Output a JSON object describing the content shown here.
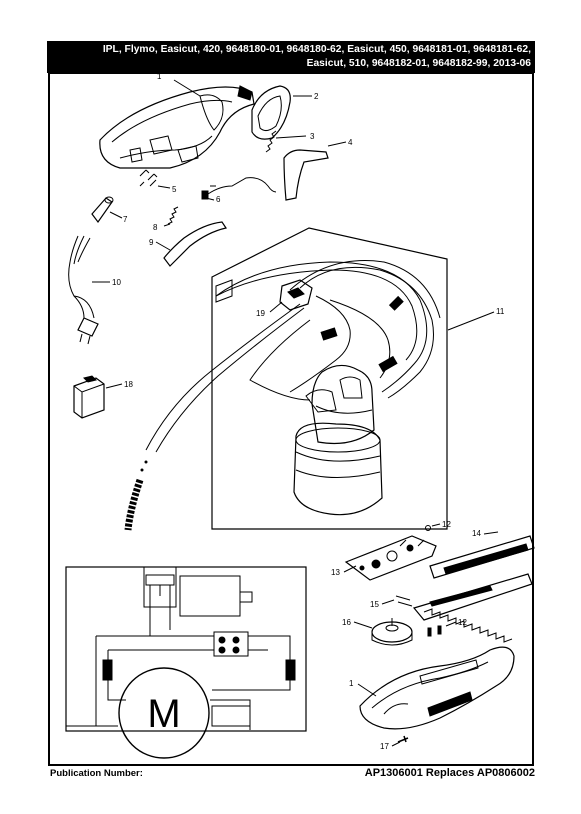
{
  "header": {
    "line1": "IPL, Flymo, Easicut, 420, 9648180-01, 9648180-62, Easicut, 450, 9648181-01, 9648181-62,",
    "line2": "Easicut, 510, 9648182-01, 9648182-99, 2013-06"
  },
  "callouts": {
    "c1_top": "1",
    "c2": "2",
    "c3": "3",
    "c4": "4",
    "c5": "5",
    "c6": "6",
    "c7": "7",
    "c8": "8",
    "c9": "9",
    "c10": "10",
    "c11": "11",
    "c12_top": "12",
    "c12_bottom": "12",
    "c13": "13",
    "c14": "14",
    "c15": "15",
    "c16": "16",
    "c17": "17",
    "c18": "18",
    "c19": "19",
    "c1_bottom": "1"
  },
  "schematic": {
    "motor_label": "M"
  },
  "footer": {
    "publication_label": "Publication Number:",
    "publication_value": "AP1306001 Replaces AP0806002"
  },
  "colors": {
    "header_bg": "#000000",
    "header_text": "#ffffff",
    "line": "#000000"
  }
}
